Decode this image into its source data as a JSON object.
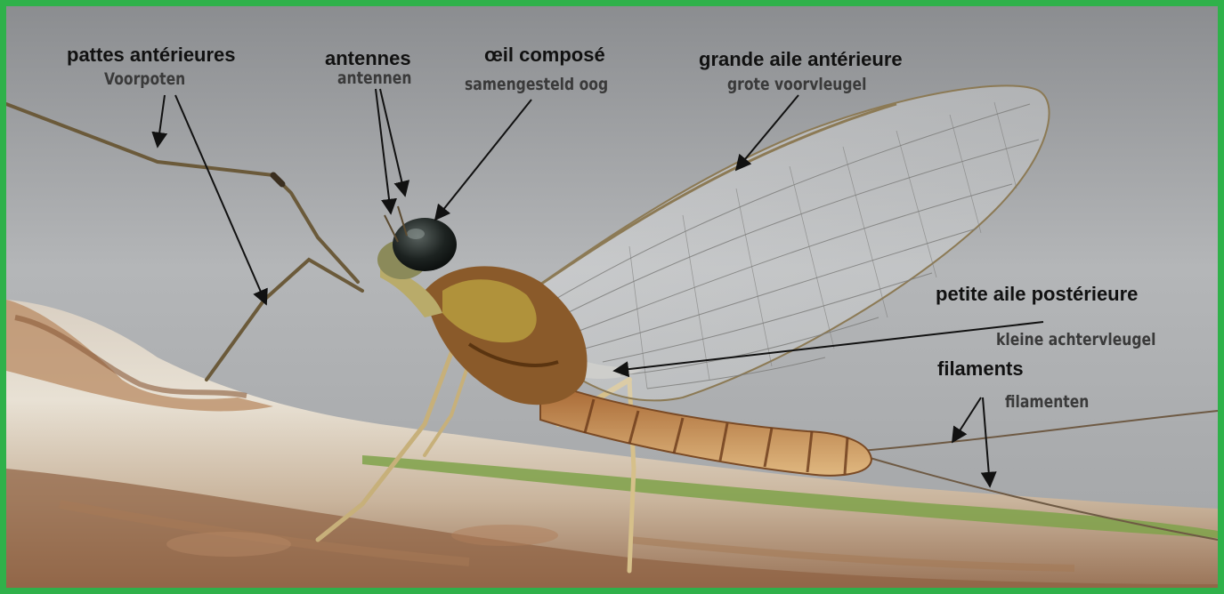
{
  "image": {
    "description_alt": "",
    "border_color": "#2fb14a"
  },
  "labels": {
    "front_legs": {
      "fr": "pattes antérieures",
      "nl": "Voorpoten"
    },
    "antennae": {
      "fr": "antennes",
      "nl": "antennen"
    },
    "compound_eye": {
      "fr": "œil composé",
      "nl": "samengesteld oog"
    },
    "forewing": {
      "fr": "grande aile antérieure",
      "nl": "grote voorvleugel"
    },
    "hindwing": {
      "fr": "petite aile postérieure",
      "nl": "kleine achtervleugel"
    },
    "filaments": {
      "fr": "filaments",
      "nl": "filamenten"
    }
  }
}
